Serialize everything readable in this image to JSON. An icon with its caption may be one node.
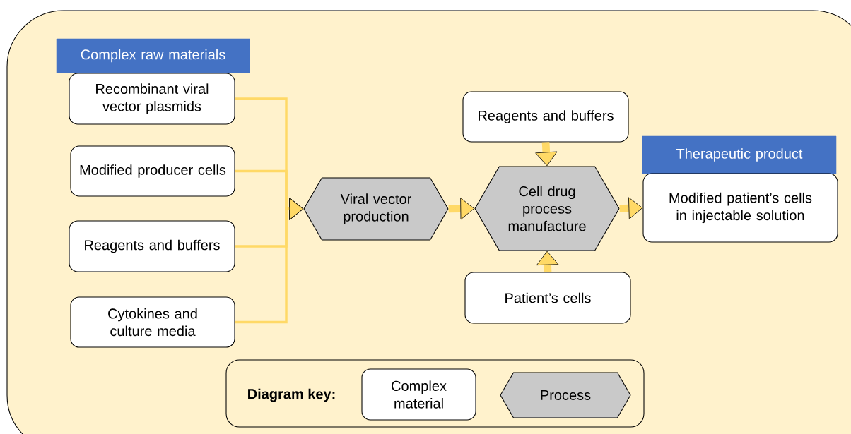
{
  "diagram": {
    "nodes": [
      {
        "text": [
          "Complex raw materials"
        ]
      },
      {
        "text": [
          "Recombinant viral vector plasmids"
        ]
      },
      {
        "text": [
          "Modified producer cells"
        ]
      },
      {
        "text": [
          "Reagents and buffers"
        ]
      },
      {
        "text": [
          "Cytokines and culture media"
        ]
      },
      {
        "text": [
          "Viral vector production"
        ]
      },
      {
        "text": [
          "Reagents and buffers"
        ]
      },
      {
        "text": [
          "Cell drug process manufacture"
        ]
      },
      {
        "text": [
          "Therapeutic product"
        ]
      },
      {
        "text": [
          "Modified patient’s cells in injectable solution"
        ]
      },
      {
        "text": [
          "Patient’s cells"
        ]
      }
    ],
    "edges": [
      {
        "from": 1,
        "to": 5,
        "arrow": "to"
      },
      {
        "from": 2,
        "to": 5,
        "arrow": "to"
      },
      {
        "from": 3,
        "to": 5,
        "arrow": "to"
      },
      {
        "from": 4,
        "to": 5,
        "arrow": "to"
      },
      {
        "from": 5,
        "to": 7,
        "arrow": "to",
        "style": "thick"
      },
      {
        "from": 6,
        "to": 7,
        "arrow": "to",
        "style": "thick"
      },
      {
        "from": 10,
        "to": 7,
        "arrow": "to",
        "style": "thick"
      },
      {
        "from": 7,
        "to": 9,
        "arrow": "to",
        "style": "thick"
      }
    ],
    "labels": [
      "Diagram key:"
    ],
    "legend": [
      {
        "text": "Complex material"
      },
      {
        "text": "Process"
      }
    ]
  }
}
